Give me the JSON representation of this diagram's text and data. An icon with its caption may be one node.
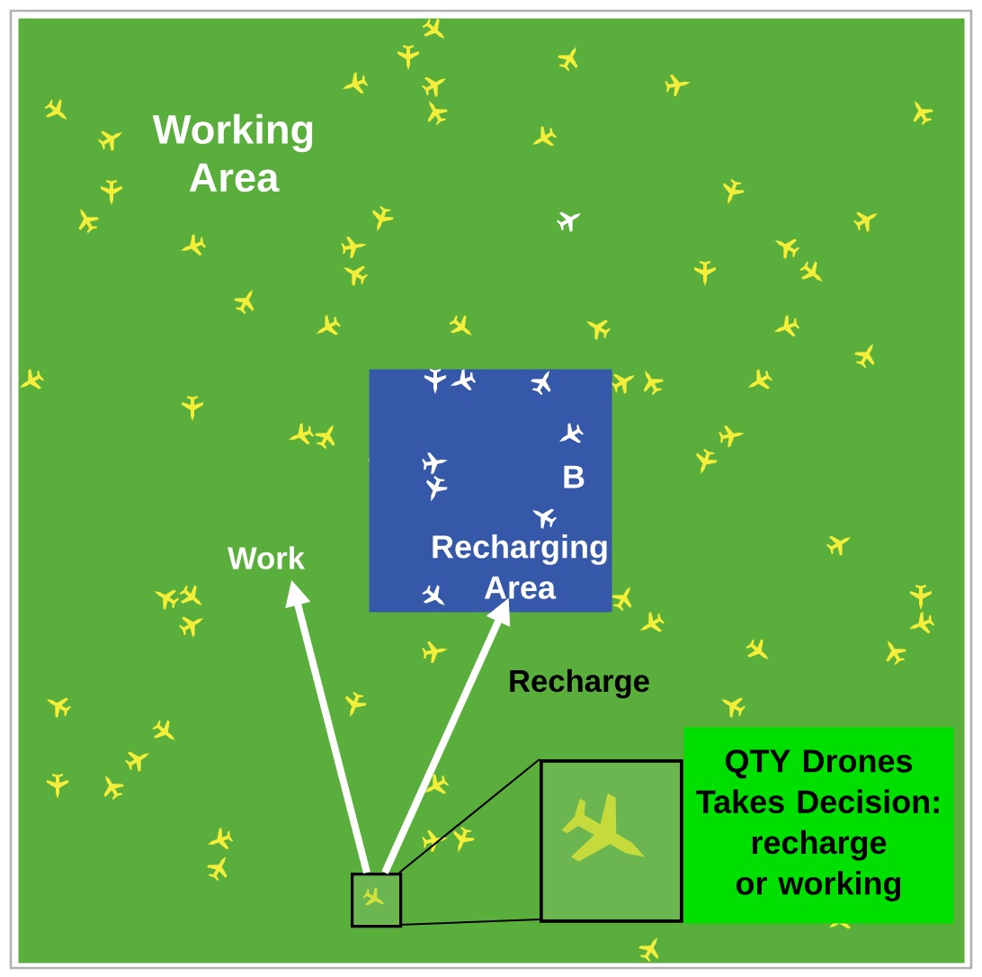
{
  "diagram": {
    "nodes": [
      {
        "text": [
          "Working Area"
        ]
      },
      {
        "text": [
          "B",
          "Recharging Area"
        ],
        "in": 0
      },
      {
        "text": [],
        "shape": "box",
        "in": 0
      },
      {
        "text": [],
        "shape": "picture",
        "in": 0
      },
      {
        "text": [
          "QTY Drones Takes Decision: recharge or working"
        ],
        "in": 0
      }
    ],
    "edges": [
      {
        "from": 2,
        "to": null,
        "arrow": "to",
        "label": "Work",
        "style": "thick",
        "color": "#ffffff"
      },
      {
        "from": 2,
        "to": 1,
        "arrow": "to",
        "label": "Recharge",
        "style": "thick",
        "color": "#ffffff"
      },
      {
        "from": 2,
        "to": 3,
        "arrow": "none",
        "color": "#000000"
      },
      {
        "from": 2,
        "to": 3,
        "arrow": "none",
        "color": "#000000"
      }
    ]
  }
}
